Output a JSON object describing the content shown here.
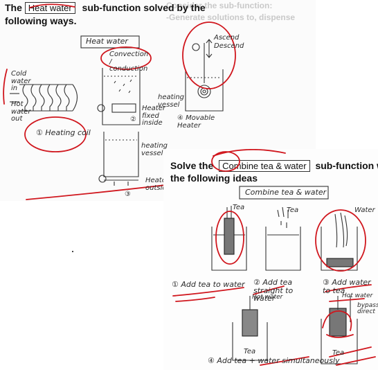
{
  "slide1": {
    "title_prefix": "The",
    "title_box": "Heat water",
    "title_suffix": "sub-function solved by the",
    "title_line2": "following ways.",
    "ghost_text": "Consider the sub-function:\n-Generate solutions to, dispense",
    "header_box": "Heat water",
    "labels": {
      "cold_water_in": "Cold water in",
      "hot_water_out": "Hot water out",
      "heating_coil": "① Heating coil",
      "convection": "Convection / conduction",
      "heating_vessel": "heating vessel",
      "heater_fixed": "Heater fixed inside",
      "opt2": "②",
      "ascend": "Ascend",
      "descend": "Descend",
      "movable_heater": "④ Movable Heater",
      "heating_vessel2": "heating vessel",
      "heater_outside": "Heater outside",
      "opt3": "③"
    }
  },
  "slide2": {
    "title_prefix": "Solve the",
    "title_box": "Combine tea & water",
    "title_suffix": "sub-function with",
    "title_line2": "the following ideas",
    "header_box": "Combine tea & water",
    "labels": {
      "tea": "Tea",
      "tea2": "Tea",
      "water": "Water",
      "idea1": "① Add tea to water",
      "idea2": "② Add tea straight to water",
      "idea3": "③ Add water to tea",
      "hot_water": "Hot water",
      "hot_water2": "Hot water",
      "bypass": "bypass direct",
      "tea_cup1": "Tea",
      "tea_cup2": "Tea",
      "idea4": "④ Add tea + water simultaneously"
    }
  }
}
